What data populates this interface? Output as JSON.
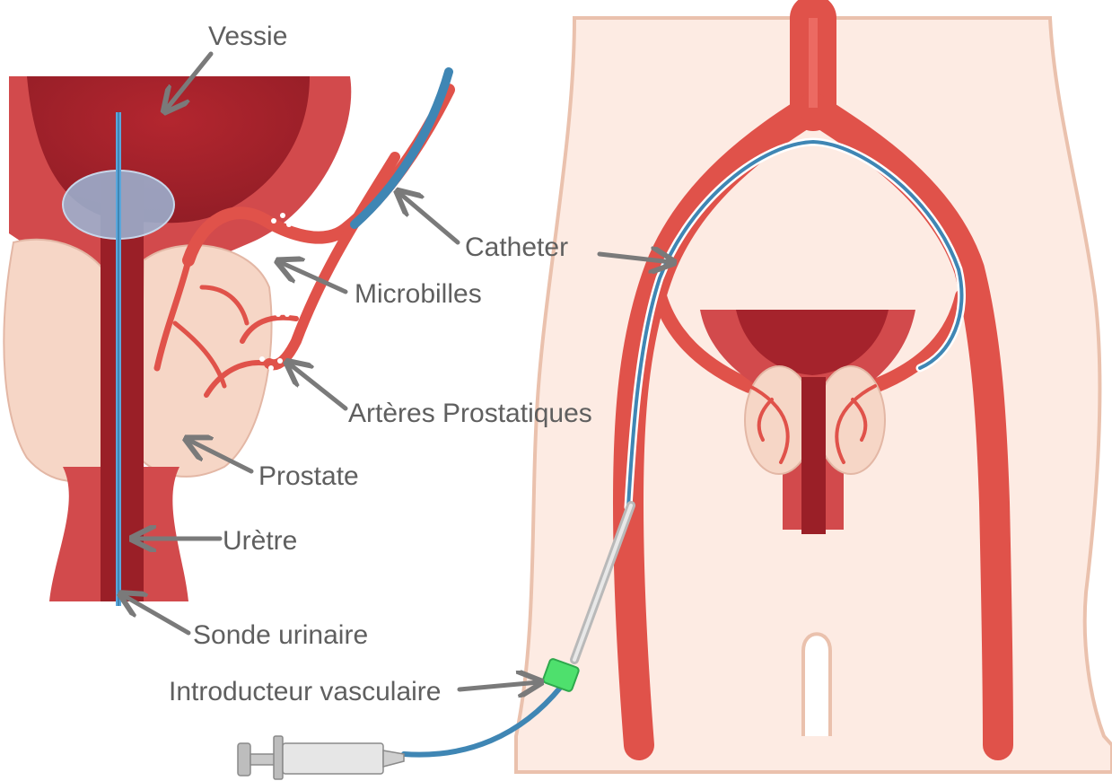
{
  "labels": {
    "vessie": "Vessie",
    "catheter": "Catheter",
    "microbilles": "Microbilles",
    "arteres": "Artères Prostatiques",
    "prostate": "Prostate",
    "uretre": "Urètre",
    "sonde": "Sonde urinaire",
    "introducteur": "Introducteur vasculaire"
  },
  "colors": {
    "artery": "#e0524a",
    "artery_dark": "#c7423c",
    "bladder": "#a5232c",
    "muscle": "#d24a4c",
    "prostate": "#f6d6c6",
    "skin": "#fdebe3",
    "skin_edge": "#eac1ad",
    "catheter": "#3f86b4",
    "sheath": "#4ee06d",
    "label": "#5f5f5f"
  }
}
